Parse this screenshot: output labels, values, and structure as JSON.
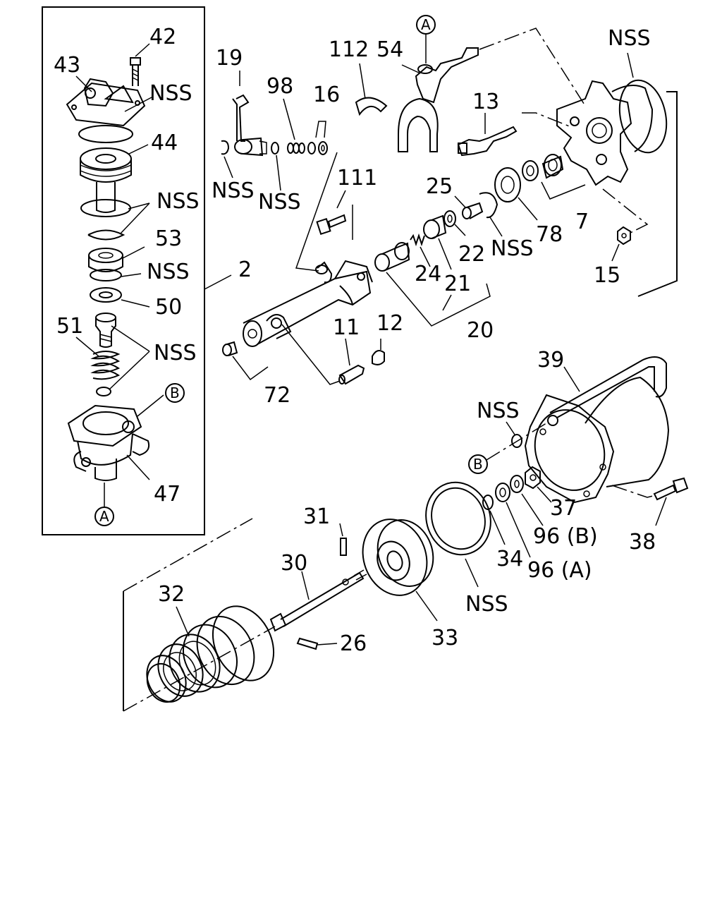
{
  "labels": {
    "l42": "42",
    "l43": "43",
    "l44": "44",
    "l53": "53",
    "l50": "50",
    "l51": "51",
    "l47": "47",
    "l2": "2",
    "l19": "19",
    "l98": "98",
    "l16": "16",
    "l112": "112",
    "l54": "54",
    "l13": "13",
    "l111": "111",
    "l25": "25",
    "l78": "78",
    "l7": "7",
    "l22": "22",
    "l24": "24",
    "l21": "21",
    "l20": "20",
    "l15": "15",
    "l11": "11",
    "l12": "12",
    "l72": "72",
    "l39": "39",
    "l37": "37",
    "l96b": "96 (B)",
    "l96a": "96 (A)",
    "l34": "34",
    "l38": "38",
    "l31": "31",
    "l30": "30",
    "l32": "32",
    "l33": "33",
    "l26": "26"
  },
  "nss_labels": {
    "n1": "NSS",
    "n2": "NSS",
    "n3": "NSS",
    "n4": "NSS",
    "n5": "NSS",
    "n6": "NSS",
    "n7": "NSS",
    "n8": "NSS",
    "n9": "NSS",
    "n10": "NSS"
  },
  "circle_refs": {
    "a_top": "A",
    "a_bottom": "A",
    "b_inset": "B",
    "b_main": "B"
  }
}
